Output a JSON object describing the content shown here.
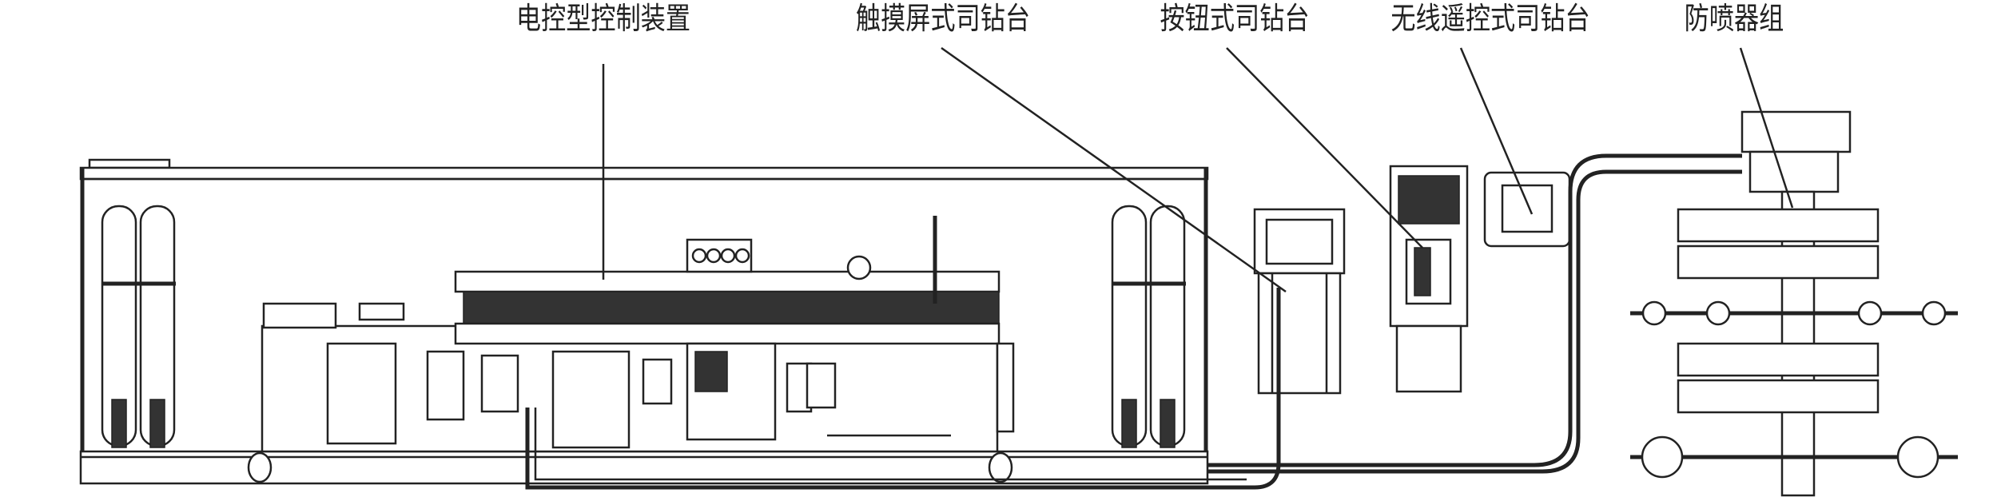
{
  "labels": {
    "control_unit": "电控型控制装置",
    "touchscreen_console": "触摸屏式司钻台",
    "button_console": "按钮式司钻台",
    "wireless_console": "无线遥控式司钻台",
    "bop_stack": "防喷器组"
  }
}
